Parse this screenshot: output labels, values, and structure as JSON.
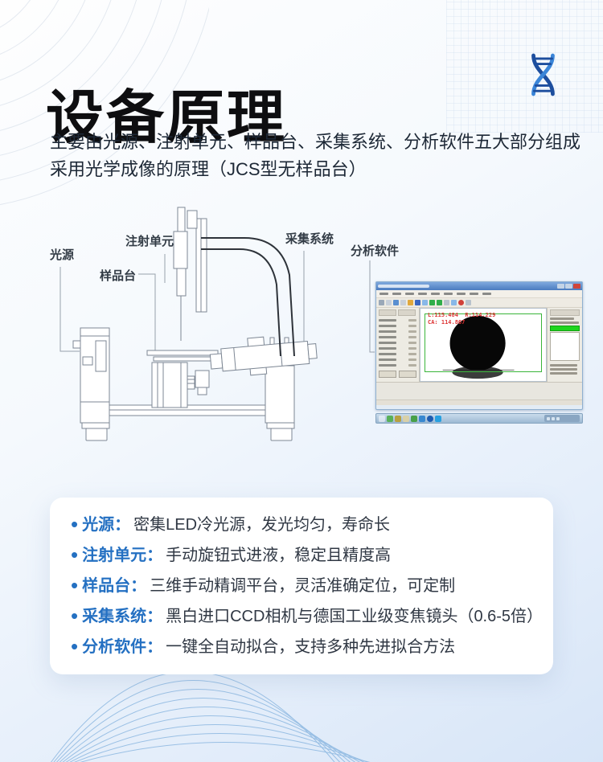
{
  "page": {
    "title": "设备原理",
    "intro_line1": "主要由光源、注射单元、样品台、采集系统、分析软件五大部分组成",
    "intro_line2": "采用光学成像的原理（JCS型无样品台）"
  },
  "colors": {
    "accent_blue": "#2470c2",
    "title_black": "#0e0e10",
    "droplet_black": "#070707",
    "marker_green": "#3ab53a",
    "measure_red": "#dd3333"
  },
  "diagram": {
    "labels": [
      {
        "id": "light-source",
        "text": "光源"
      },
      {
        "id": "injection-unit",
        "text": "注射单元"
      },
      {
        "id": "sample-stage",
        "text": "样品台"
      },
      {
        "id": "capture-system",
        "text": "采集系统"
      },
      {
        "id": "analysis-software",
        "text": "分析软件"
      }
    ]
  },
  "software_window": {
    "measurement_line1": "L:115.484  R:114.229",
    "measurement_line2": "CA: 114.867"
  },
  "features": [
    {
      "label": "光源：",
      "desc": "密集LED冷光源，发光均匀，寿命长"
    },
    {
      "label": "注射单元：",
      "desc": "手动旋钮式进液，稳定且精度高"
    },
    {
      "label": "样品台：",
      "desc": "三维手动精调平台，灵活准确定位，可定制"
    },
    {
      "label": "采集系统：",
      "desc": "黑白进口CCD相机与德国工业级变焦镜头（0.6-5倍）"
    },
    {
      "label": "分析软件：",
      "desc": "一键全自动拟合，支持多种先进拟合方法"
    }
  ]
}
